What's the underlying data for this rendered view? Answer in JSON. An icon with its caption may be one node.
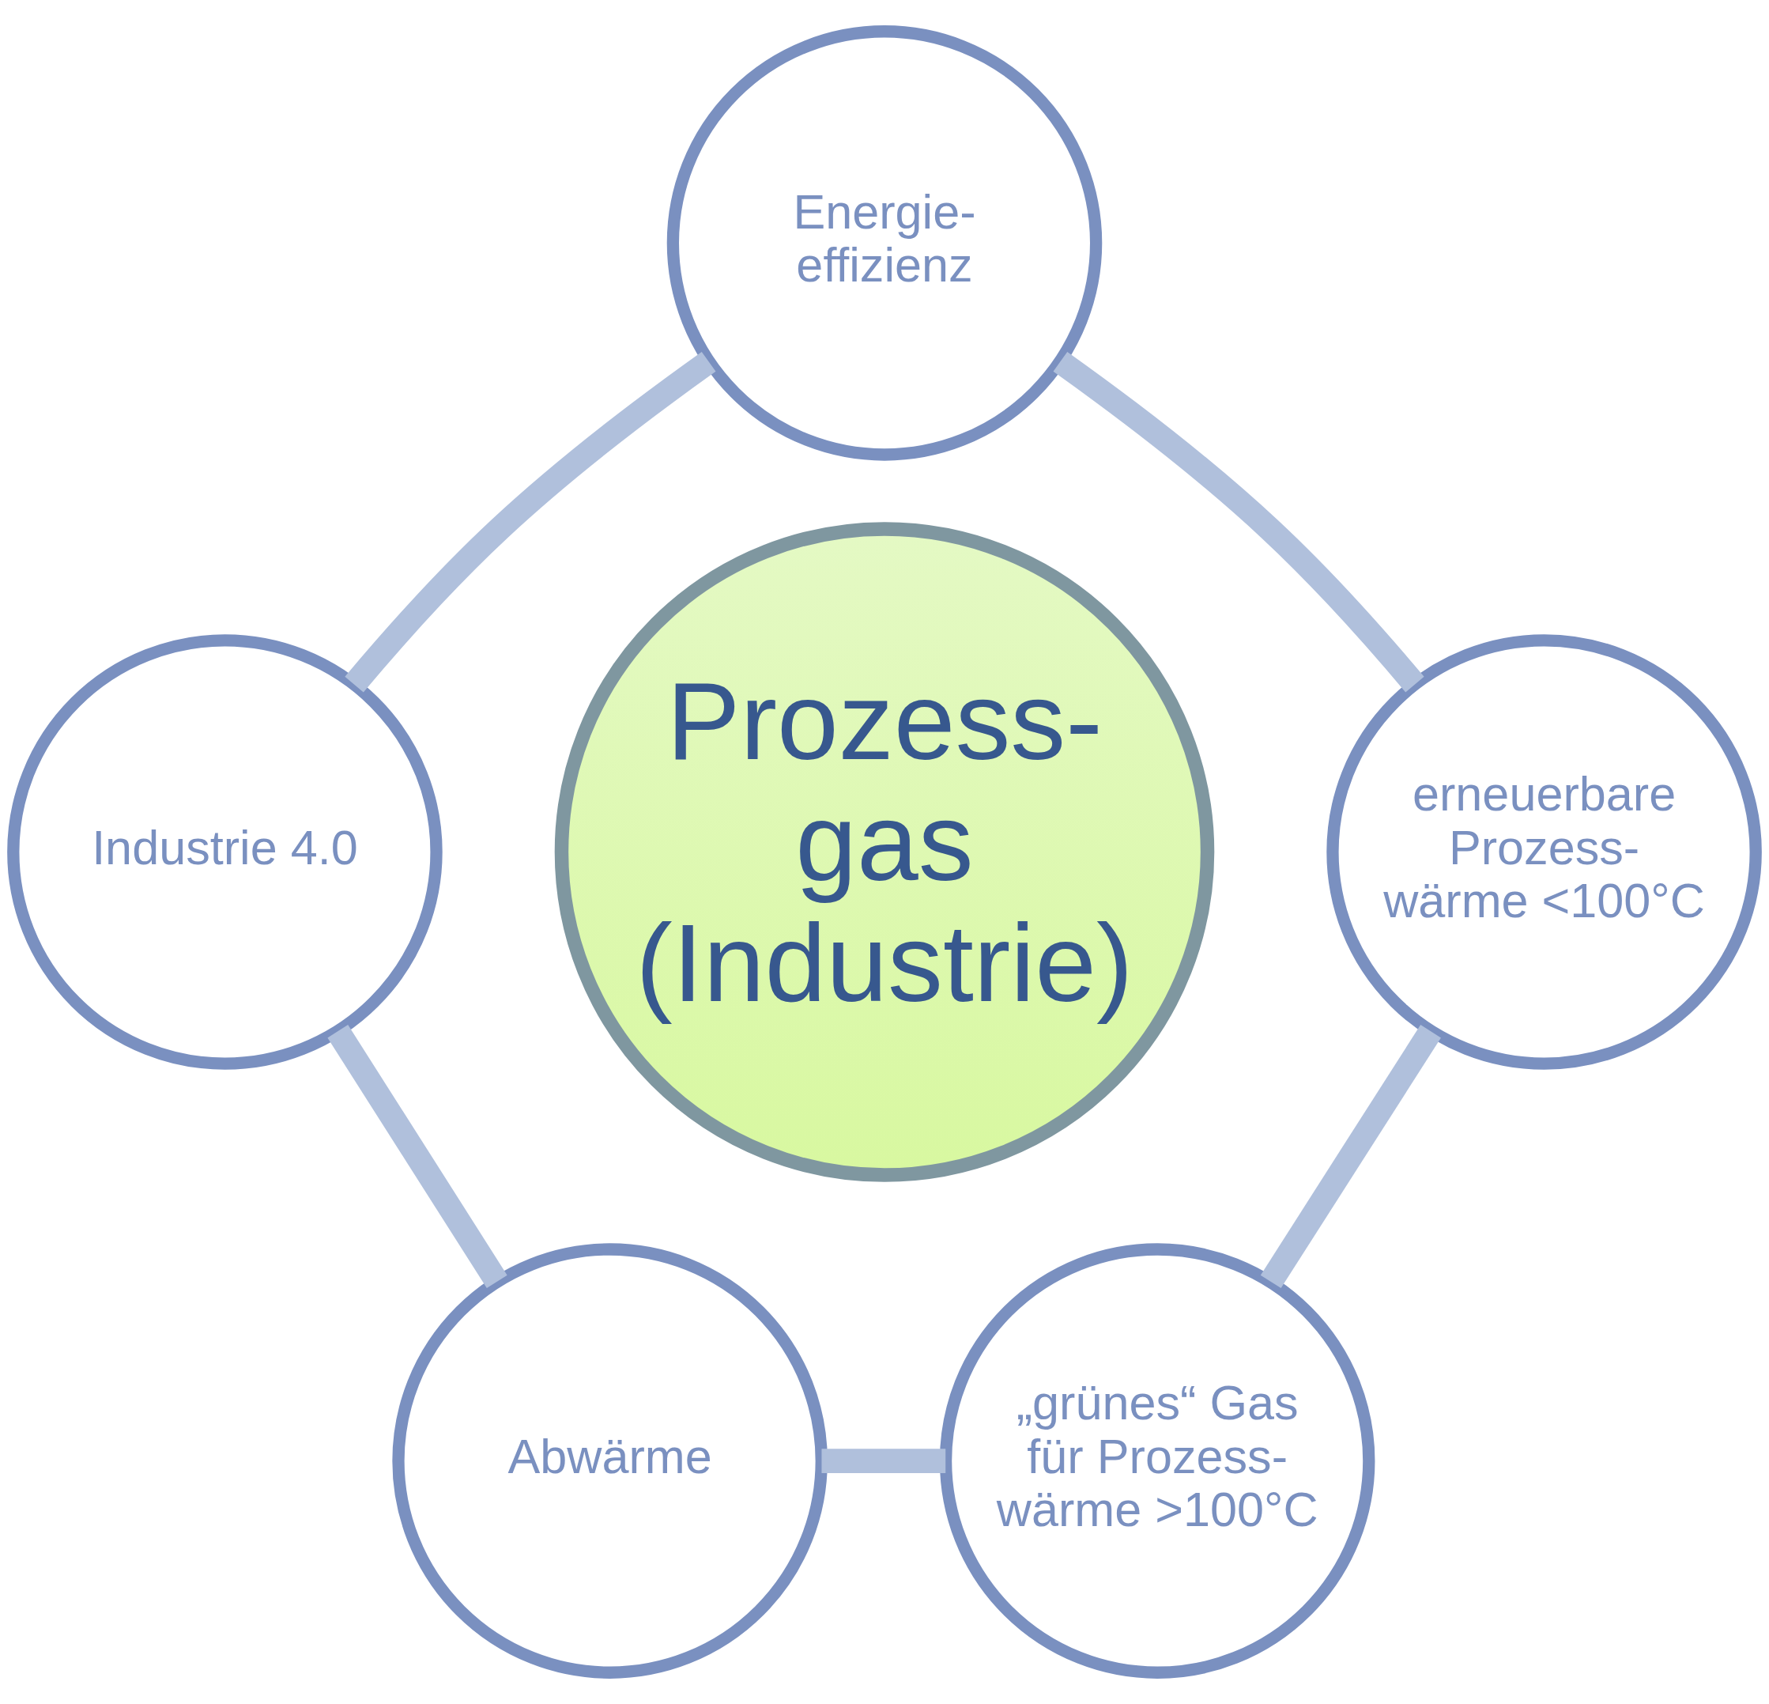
{
  "diagram": {
    "nodes": [
      {
        "text": [
          "Energie- effizienz"
        ]
      },
      {
        "text": [
          "Industrie 4.0"
        ]
      },
      {
        "text": [
          "erneuerbare Prozess- wärme <100°C"
        ]
      },
      {
        "text": [
          "Prozess- gas (Industrie)"
        ]
      },
      {
        "text": [
          "Abwärme"
        ]
      },
      {
        "text": [
          "„grünes“ Gas für Prozess- wärme >100°C"
        ]
      }
    ],
    "edges": [
      {
        "from": 0,
        "to": 2,
        "arrow": "none"
      },
      {
        "from": 2,
        "to": 5,
        "arrow": "none"
      },
      {
        "from": 5,
        "to": 4,
        "arrow": "none"
      },
      {
        "from": 4,
        "to": 1,
        "arrow": "none"
      },
      {
        "from": 1,
        "to": 0,
        "arrow": "none"
      }
    ]
  }
}
